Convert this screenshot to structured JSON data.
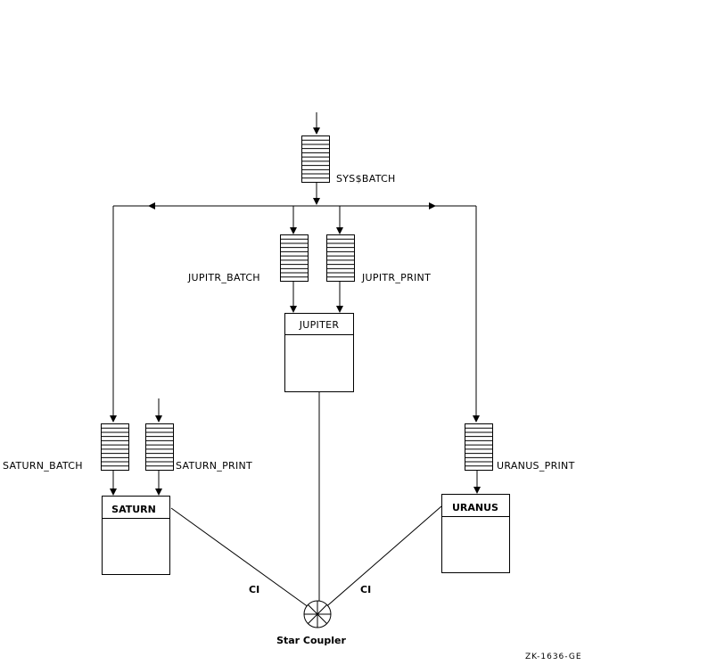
{
  "diagram": {
    "queues": {
      "sys_batch": "SYS$BATCH",
      "jupitr_batch": "JUPITR_BATCH",
      "jupitr_print": "JUPITR_PRINT",
      "saturn_batch": "SATURN_BATCH",
      "saturn_print": "SATURN_PRINT",
      "uranus_print": "URANUS_PRINT"
    },
    "nodes": {
      "jupiter": "JUPITER",
      "saturn": "SATURN",
      "uranus": "URANUS"
    },
    "links": {
      "left_ci": "CI",
      "right_ci": "CI"
    },
    "star_coupler": "Star Coupler",
    "figure_id": "ZK-1636-GE"
  }
}
